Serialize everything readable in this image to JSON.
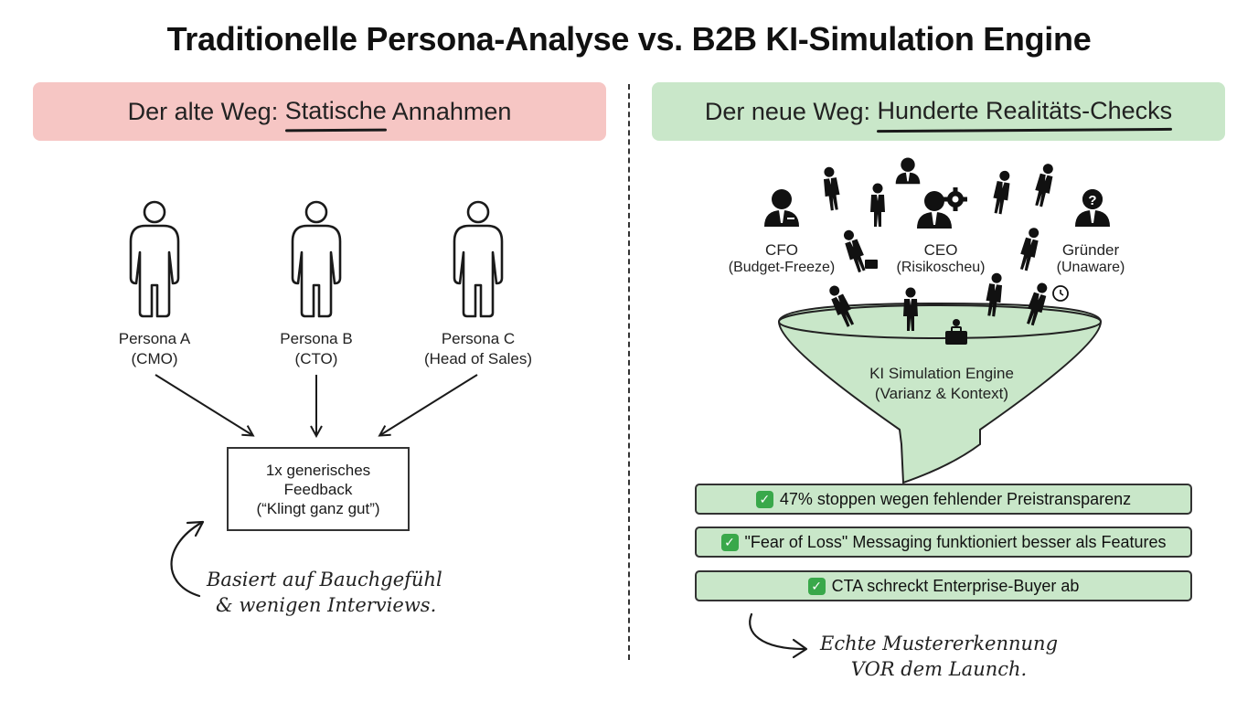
{
  "title": "Traditionelle Persona-Analyse vs. B2B KI-Simulation Engine",
  "left": {
    "banner": {
      "prefix": "Der alte Weg: ",
      "underlined": "Statische",
      "suffix": " Annahmen"
    },
    "personas": [
      {
        "name": "Persona A",
        "role": "(CMO)"
      },
      {
        "name": "Persona B",
        "role": "(CTO)"
      },
      {
        "name": "Persona C",
        "role": "(Head of Sales)"
      }
    ],
    "feedback": {
      "line1": "1x generisches",
      "line2": "Feedback",
      "line3": "(“Klingt ganz gut”)"
    },
    "note": {
      "line1": "Basiert auf Bauchgefühl",
      "line2": "& wenigen Interviews."
    }
  },
  "right": {
    "banner": {
      "prefix": "Der neue Weg: ",
      "underlined": "Hunderte Realitäts-Checks"
    },
    "roles": [
      {
        "name": "CFO",
        "detail": "(Budget-Freeze)"
      },
      {
        "name": "CEO",
        "detail": "(Risikoscheu)"
      },
      {
        "name": "Gründer",
        "detail": "(Unaware)"
      }
    ],
    "funnel": {
      "line1": "KI Simulation Engine",
      "line2": "(Varianz & Kontext)"
    },
    "results": [
      "47% stoppen wegen fehlender Preistransparenz",
      "\"Fear of Loss\" Messaging funktioniert besser als Features",
      "CTA schreckt Enterprise-Buyer ab"
    ],
    "check_icon": "✓",
    "note": {
      "line1": "Echte Mustererkennung",
      "line2": "VOR dem Launch."
    }
  },
  "colors": {
    "left_banner": "#f6c6c4",
    "right_banner": "#c9e7c9",
    "funnel": "#c9e7c9",
    "check": "#39a84a"
  }
}
